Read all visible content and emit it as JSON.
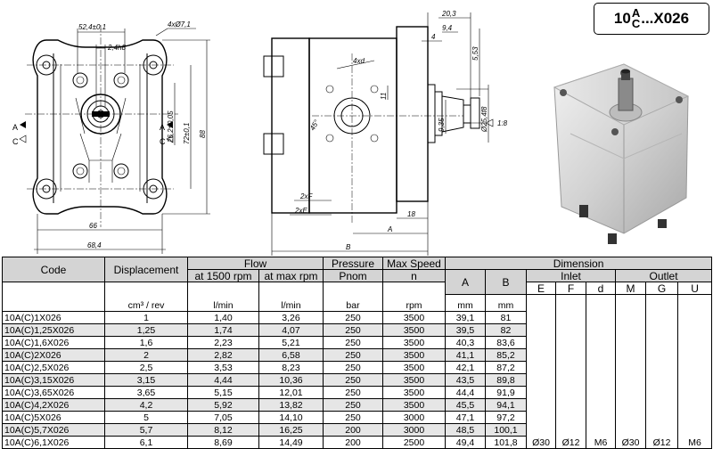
{
  "drawing": {
    "front_view": {
      "dim_width_top": "52,4±0,1",
      "dim_shaft": "2,4h8",
      "dim_holes": "4xØ7,1",
      "dim_v1": "26,2±0,05",
      "dim_v2": "72±0,1",
      "dim_height": "88",
      "dim_w1": "66",
      "dim_w2": "68,4",
      "section_a": "A",
      "section_c": "C"
    },
    "side_view": {
      "dim_203": "20,3",
      "dim_94": "9,4",
      "dim_4": "4",
      "dim_553": "5,53",
      "dim_254": "Ø25,4f8",
      "dim_935": "9,35",
      "dim_taper": "1:8",
      "dim_4xd": "4xd",
      "dim_11": "11",
      "dim_45": "45°",
      "dim_2xf": "2xF",
      "dim_2xe": "2xE",
      "dim_18": "18",
      "dim_a": "A",
      "dim_b": "B"
    }
  },
  "model": {
    "prefix": "10",
    "top": "A",
    "bottom": "C",
    "suffix": "...X026"
  },
  "table": {
    "headers": {
      "code": "Code",
      "displacement": "Displacement",
      "flow": "Flow",
      "flow_1500": "at 1500 rpm",
      "flow_max": "at max rpm",
      "pressure": "Pressure",
      "pressure_sub": "Pnom",
      "max_speed": "Max Speed",
      "max_speed_sub": "n",
      "dimension": "Dimension",
      "col_a": "A",
      "col_b": "B",
      "inlet": "Inlet",
      "outlet": "Outlet",
      "inlet_e": "E",
      "inlet_f": "F",
      "inlet_d": "d",
      "outlet_m": "M",
      "outlet_g": "G",
      "outlet_u": "U"
    },
    "units": [
      "cm³ / rev",
      "l/min",
      "l/min",
      "bar",
      "rpm",
      "mm",
      "mm"
    ],
    "inlet_values": {
      "e": "Ø30",
      "f": "Ø12",
      "d": "M6"
    },
    "outlet_values": {
      "m": "Ø30",
      "g": "Ø12",
      "u": "M6"
    },
    "rows": [
      {
        "code": "10A(C)1X026",
        "disp": "1",
        "f1500": "1,40",
        "fmax": "3,26",
        "p": "250",
        "n": "3500",
        "a": "39,1",
        "b": "81"
      },
      {
        "code": "10A(C)1,25X026",
        "disp": "1,25",
        "f1500": "1,74",
        "fmax": "4,07",
        "p": "250",
        "n": "3500",
        "a": "39,5",
        "b": "82"
      },
      {
        "code": "10A(C)1,6X026",
        "disp": "1,6",
        "f1500": "2,23",
        "fmax": "5,21",
        "p": "250",
        "n": "3500",
        "a": "40,3",
        "b": "83,6"
      },
      {
        "code": "10A(C)2X026",
        "disp": "2",
        "f1500": "2,82",
        "fmax": "6,58",
        "p": "250",
        "n": "3500",
        "a": "41,1",
        "b": "85,2"
      },
      {
        "code": "10A(C)2,5X026",
        "disp": "2,5",
        "f1500": "3,53",
        "fmax": "8,23",
        "p": "250",
        "n": "3500",
        "a": "42,1",
        "b": "87,2"
      },
      {
        "code": "10A(C)3,15X026",
        "disp": "3,15",
        "f1500": "4,44",
        "fmax": "10,36",
        "p": "250",
        "n": "3500",
        "a": "43,5",
        "b": "89,8"
      },
      {
        "code": "10A(C)3,65X026",
        "disp": "3,65",
        "f1500": "5,15",
        "fmax": "12,01",
        "p": "250",
        "n": "3500",
        "a": "44,4",
        "b": "91,9"
      },
      {
        "code": "10A(C)4,2X026",
        "disp": "4,2",
        "f1500": "5,92",
        "fmax": "13,82",
        "p": "250",
        "n": "3500",
        "a": "45,5",
        "b": "94,1"
      },
      {
        "code": "10A(C)5X026",
        "disp": "5",
        "f1500": "7,05",
        "fmax": "14,10",
        "p": "250",
        "n": "3000",
        "a": "47,1",
        "b": "97,2"
      },
      {
        "code": "10A(C)5,7X026",
        "disp": "5,7",
        "f1500": "8,12",
        "fmax": "16,25",
        "p": "200",
        "n": "3000",
        "a": "48,5",
        "b": "100,1"
      },
      {
        "code": "10A(C)6,1X026",
        "disp": "6,1",
        "f1500": "8,69",
        "fmax": "14,49",
        "p": "200",
        "n": "2500",
        "a": "49,4",
        "b": "101,8"
      }
    ]
  }
}
